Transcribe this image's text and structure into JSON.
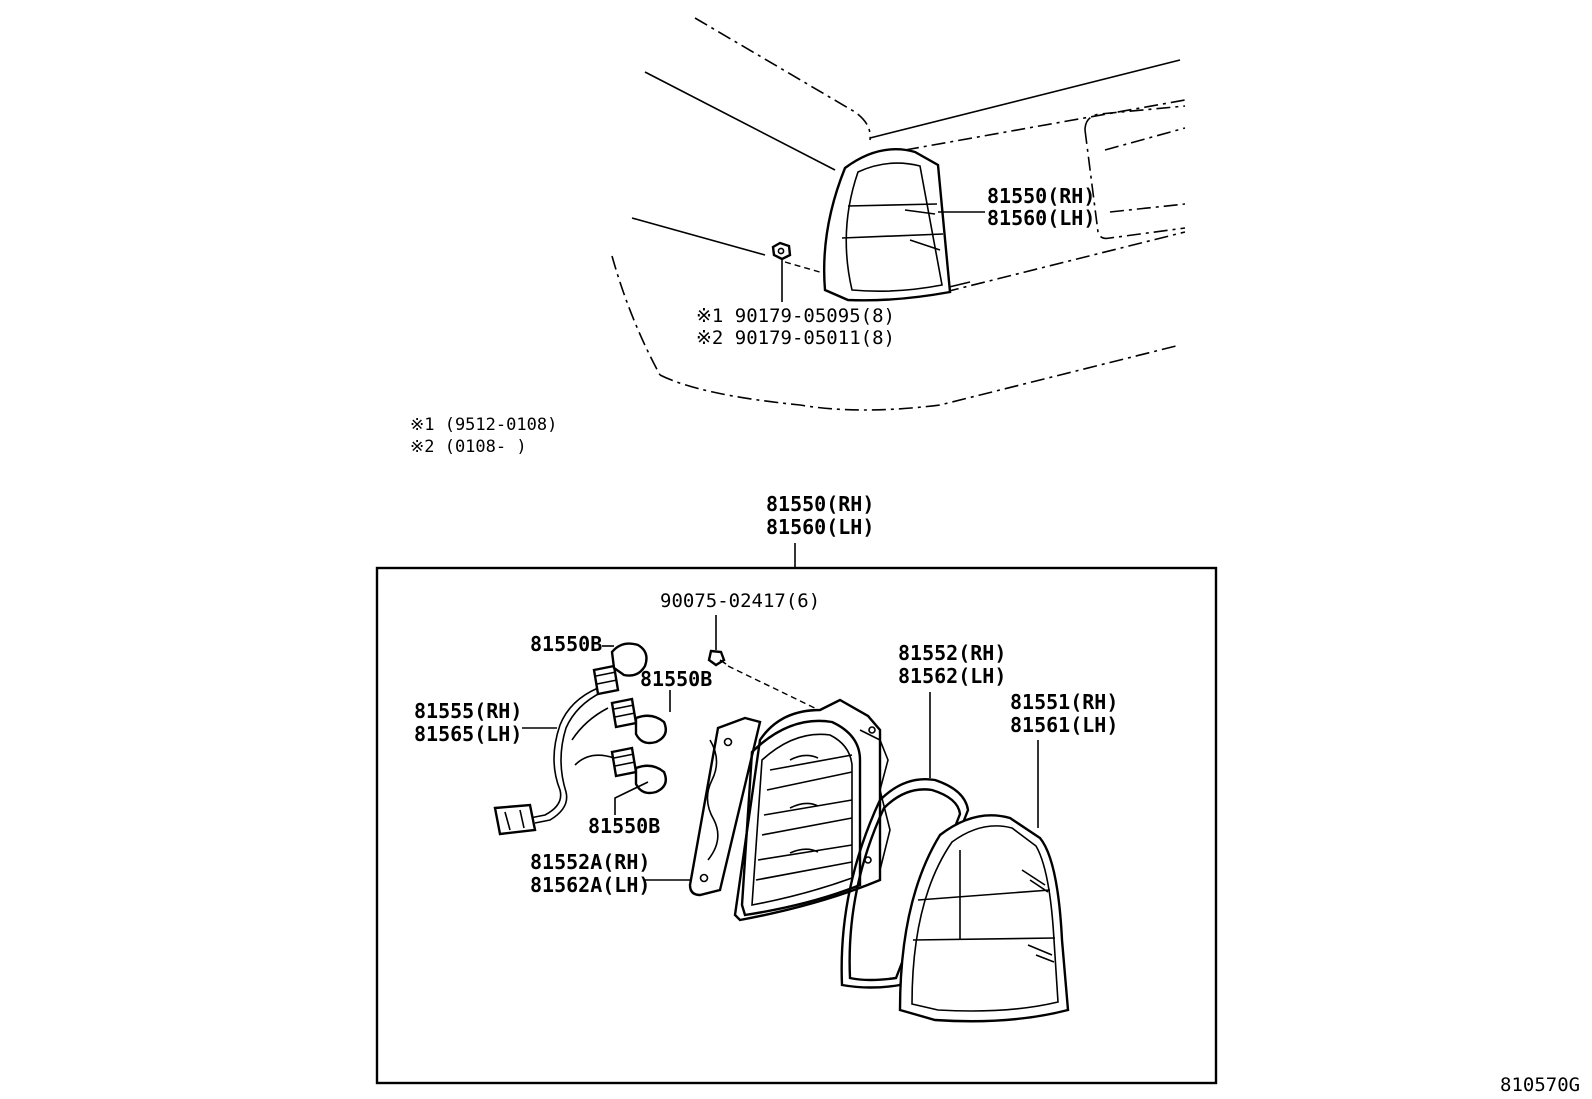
{
  "diagram": {
    "car_lamp_label_rh": "81550(RH)",
    "car_lamp_label_lh": "81560(LH)",
    "nut_label_1": "※1 90179-05095(8)",
    "nut_label_2": "※2 90179-05011(8)",
    "note_1": "※1 (9512-0108)",
    "note_2": "※2 (0108-      )",
    "assembly_label_rh": "81550(RH)",
    "assembly_label_lh": "81560(LH)",
    "screw_label": "90075-02417(6)",
    "bulb_label_top": "81550B",
    "bulb_label_mid": "81550B",
    "bulb_label_bottom": "81550B",
    "socket_label_rh": "81555(RH)",
    "socket_label_lh": "81565(LH)",
    "housing_label_rh": "81552A(RH)",
    "housing_label_lh": "81562A(LH)",
    "gasket_label_rh": "81552(RH)",
    "gasket_label_lh": "81562(LH)",
    "lens_label_rh": "81551(RH)",
    "lens_label_lh": "81561(LH)",
    "figure_code": "810570G"
  }
}
